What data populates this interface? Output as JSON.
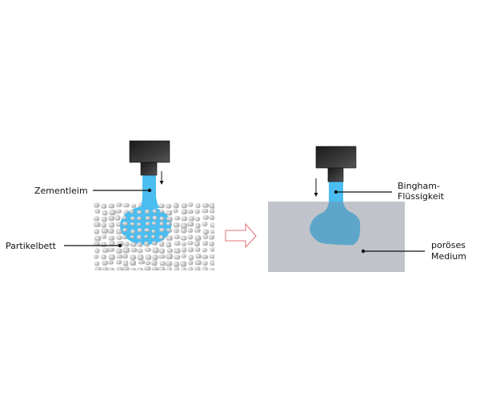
{
  "left_panel": {
    "label_paste": "Zementleim",
    "label_bed": "Partikelbett"
  },
  "right_panel": {
    "label_fluid_line1": "Bingham-",
    "label_fluid_line2": "Flüssigkeit",
    "label_medium_line1": "poröses",
    "label_medium_line2": "Medium"
  },
  "colors": {
    "nozzle": "#2b2b2b",
    "paste": "#4bbdf0",
    "fluid_in_medium": "#5ea6c9",
    "medium": "#c0c4ca",
    "particle": "#c8c8c8",
    "arrow_outline": "#e0707a"
  }
}
